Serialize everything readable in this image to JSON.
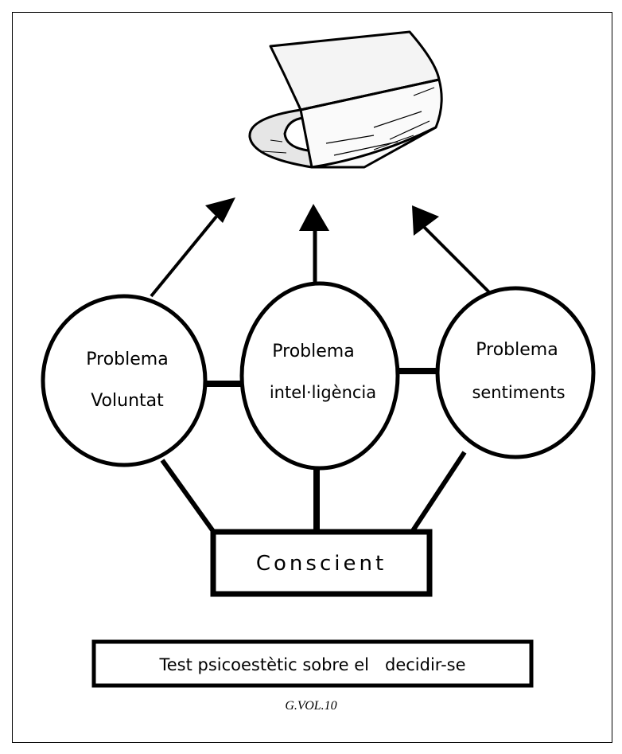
{
  "diagram": {
    "nodes": [
      {
        "id": "voluntat",
        "line1": "Problema",
        "line2": "Voluntat"
      },
      {
        "id": "intelligencia",
        "line1": "Problema",
        "line2": "intel·ligència"
      },
      {
        "id": "sentiments",
        "line1": "Problema",
        "line2": "sentiments"
      }
    ],
    "base": "Conscient",
    "banner": "Test psicoestètic sobre el   decidir-se",
    "top_icon": "book-icon",
    "caption": "G.VOL.10"
  }
}
